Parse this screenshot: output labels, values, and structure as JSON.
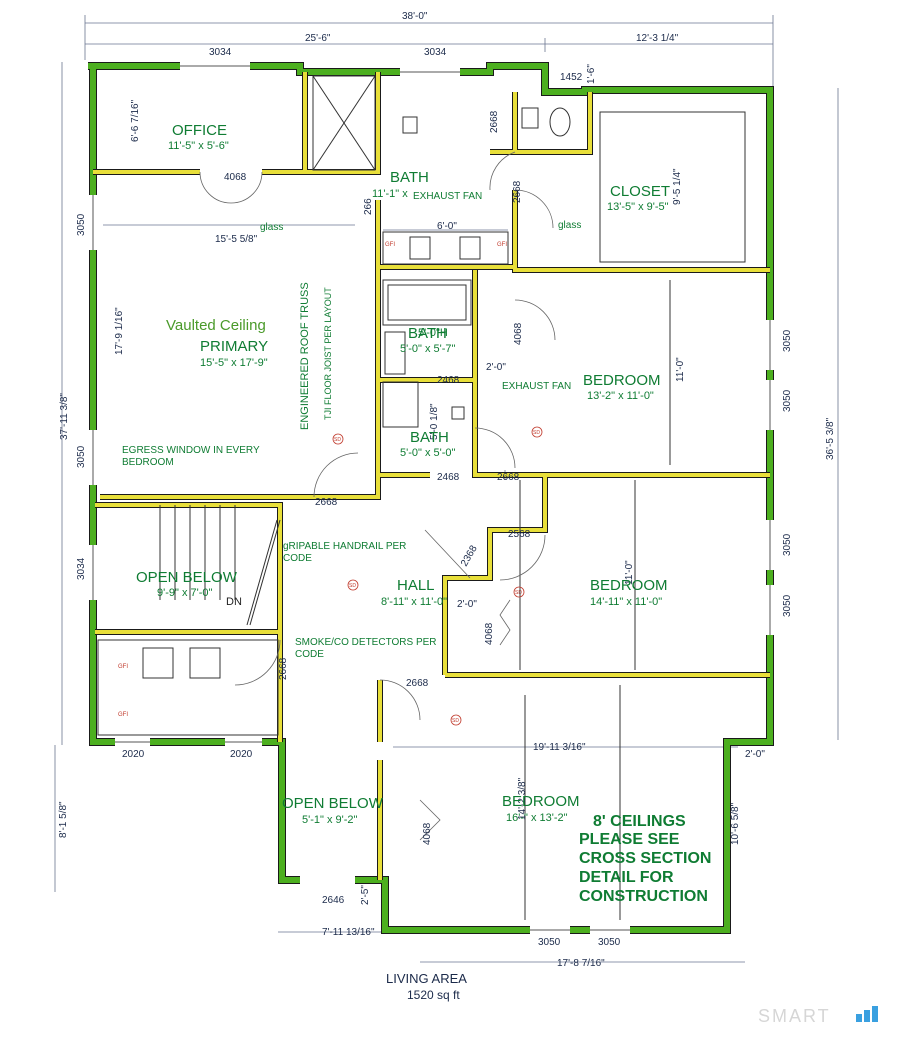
{
  "dimensions": {
    "overall_width": "38'-0\"",
    "top_left_span": "25'-6\"",
    "top_right_span": "12'-3 1/4\"",
    "right_depth": "36'-5 3/8\"",
    "left_depth": "37'-11 3/8\"",
    "left_lower": "8'-1 5/8\"",
    "bottom_left": "7'-11 13/16\"",
    "bottom_right": "17'-8 7/16\"",
    "primary_width": "15'-5 5/8\"",
    "primary_height": "17'-9 1/16\"",
    "office_height": "6'-6 7/16\"",
    "vanity": "6'-0\"",
    "bed3_width": "19'-11 3/16\"",
    "bump_out": "2'-0\"",
    "bed3_right": "10'-6 5/8\"",
    "stair_landing": "2'-5\"",
    "closet_side": "9'-5 1/4\"",
    "bed1_side": "11'-0\"",
    "bed2_side": "11'-0\"",
    "bed3_side": "14'-2 3/8\"",
    "bath2_side": "5'-0 1/8\"",
    "hall_nook": "2'-0\"",
    "closet_gap": "1'-6\"",
    "hall_jog": "2'-0\""
  },
  "windows": {
    "w3034_a": "3034",
    "w3034_b": "3034",
    "w1452": "1452",
    "w3050_left_a": "3050",
    "w3050_left_b": "3050",
    "w3034_left": "3034",
    "w3050_r1": "3050",
    "w3050_r2": "3050",
    "w3050_r3": "3050",
    "w3050_r4": "3050",
    "w2020_a": "2020",
    "w2020_b": "2020",
    "w3050_b1": "3050",
    "w3050_b2": "3050"
  },
  "doors": {
    "d4068_office": "4068",
    "d2668_bath_a": "2668",
    "d2668_bath_b": "2668",
    "d266_bath": "266",
    "d2668_primary": "2668",
    "d4068_bed1": "4068",
    "d2468_a": "2468",
    "d2468_b": "2468",
    "d2668_bed1": "2668",
    "d2368": "2368",
    "d2568": "2568",
    "d4068_hall": "4068",
    "d2668_laundry": "2668",
    "d2668_bed3": "2668",
    "d4068_bed3": "4068",
    "d2646": "2646"
  },
  "rooms": {
    "office": {
      "name": "OFFICE",
      "size": "11'-5\" x 5'-6\""
    },
    "bath_main": {
      "name": "BATH",
      "size": "11'-1\" x"
    },
    "closet": {
      "name": "CLOSET",
      "size": "13'-5\" x 9'-5\""
    },
    "primary": {
      "name": "PRIMARY",
      "size": "15'-5\" x 17'-9\"",
      "vault": "Vaulted Ceiling"
    },
    "bath2": {
      "name": "BATH",
      "size": "5'-0\" x 5'-7\"",
      "overlay": "5'-0\"H"
    },
    "bath3": {
      "name": "BATH",
      "size": "5'-0\" x 5'-0\""
    },
    "bedroom1": {
      "name": "BEDROOM",
      "size": "13'-2\" x 11'-0\""
    },
    "bedroom2": {
      "name": "BEDROOM",
      "size": "14'-11\" x 11'-0\""
    },
    "bedroom3": {
      "name": "BEDROOM",
      "size": "16'-\" x 13'-2\""
    },
    "hall": {
      "name": "HALL",
      "size": "8'-11\" x 11'-0\""
    },
    "open_below1": {
      "name": "OPEN BELOW",
      "size": "9'-9\" x 7'-0\"",
      "dn": "DN"
    },
    "open_below2": {
      "name": "OPEN BELOW",
      "size": "5'-1\" x 9'-2\""
    }
  },
  "notes": {
    "glass1": "glass",
    "glass2": "glass",
    "exhaust1": "EXHAUST FAN",
    "exhaust2": "EXHAUST FAN",
    "truss1": "ENGINEERED ROOF TRUSS",
    "truss2": "TJI FLOOR JOIST PER LAYOUT",
    "egress1": "EGRESS WINDOW IN EVERY",
    "egress2": "BEDROOM",
    "handrail1": "gRIPABLE HANDRAIL PER",
    "handrail2": "CODE",
    "smoke1": "SMOKE/CO DETECTORS PER",
    "smoke2": "CODE",
    "ceil1": "8' CEILINGS",
    "ceil2": "PLEASE SEE",
    "ceil3": "CROSS SECTION",
    "ceil4": "DETAIL FOR",
    "ceil5": "CONSTRUCTION",
    "sd": "SD",
    "gfi": "GFI"
  },
  "footer": {
    "title": "LIVING AREA",
    "area": "1520 sq ft"
  },
  "watermark": "SMART",
  "colors": {
    "wall_exterior": "#4caf1f",
    "wall_interior": "#e8df3a",
    "wall_edge": "#1a1a1a",
    "text": "#0f7c33",
    "dims": "#1b2a4a"
  }
}
